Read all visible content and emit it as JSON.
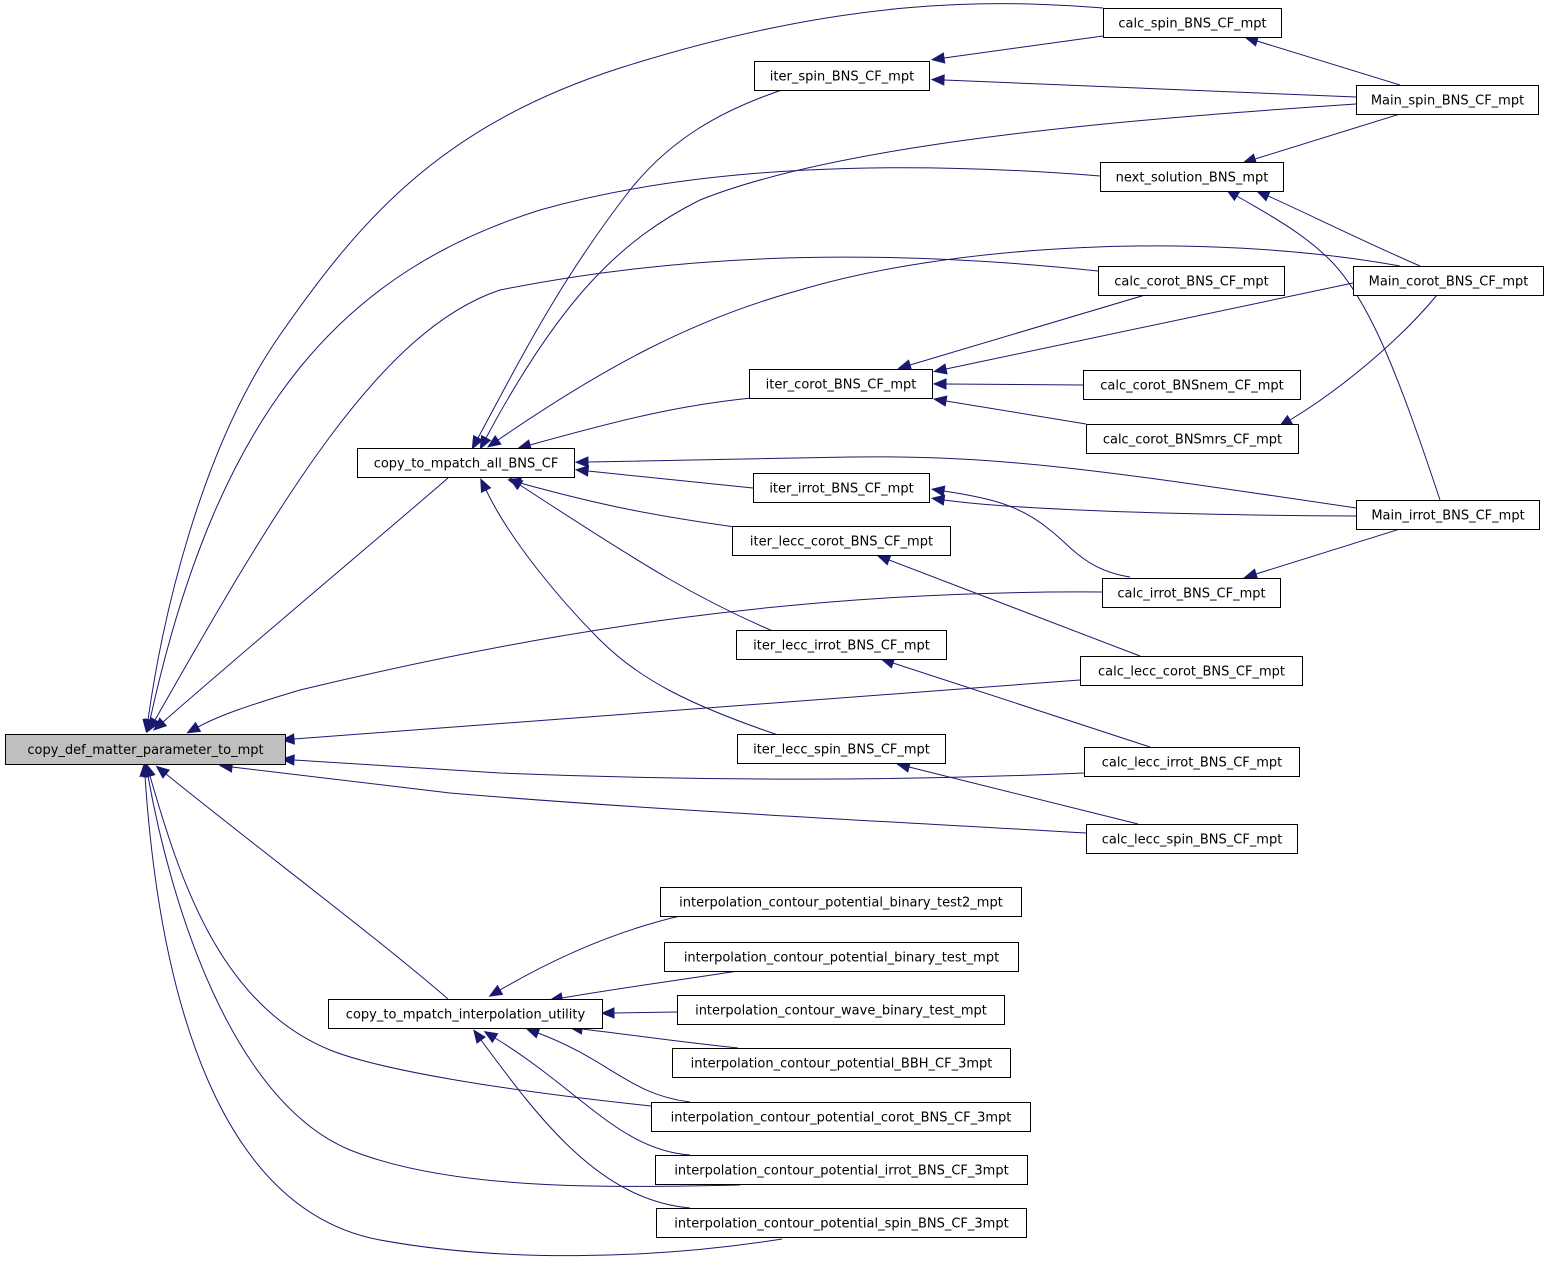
{
  "graph": {
    "root": "copy_def_matter_parameter_to_mpt",
    "nodes": {
      "root": "copy_def_matter_parameter_to_mpt",
      "all": "copy_to_mpatch_all_BNS_CF",
      "interp": "copy_to_mpatch_interpolation_utility",
      "calcSpin": "calc_spin_BNS_CF_mpt",
      "iterSpin": "iter_spin_BNS_CF_mpt",
      "mainSpin": "Main_spin_BNS_CF_mpt",
      "next": "next_solution_BNS_mpt",
      "calcCorot": "calc_corot_BNS_CF_mpt",
      "mainCorot": "Main_corot_BNS_CF_mpt",
      "iterCorot": "iter_corot_BNS_CF_mpt",
      "calcNem": "calc_corot_BNSnem_CF_mpt",
      "calcMrs": "calc_corot_BNSmrs_CF_mpt",
      "iterIrrot": "iter_irrot_BNS_CF_mpt",
      "mainIrrot": "Main_irrot_BNS_CF_mpt",
      "iterLeccCorot": "iter_lecc_corot_BNS_CF_mpt",
      "calcIrrot": "calc_irrot_BNS_CF_mpt",
      "iterLeccIrrot": "iter_lecc_irrot_BNS_CF_mpt",
      "calcLeccCorot": "calc_lecc_corot_BNS_CF_mpt",
      "iterLeccSpin": "iter_lecc_spin_BNS_CF_mpt",
      "calcLeccIrrot": "calc_lecc_irrot_BNS_CF_mpt",
      "calcLeccSpin": "calc_lecc_spin_BNS_CF_mpt",
      "icpTest2": "interpolation_contour_potential_binary_test2_mpt",
      "icpTest": "interpolation_contour_potential_binary_test_mpt",
      "icwTest": "interpolation_contour_wave_binary_test_mpt",
      "icpBBH": "interpolation_contour_potential_BBH_CF_3mpt",
      "icpCorot": "interpolation_contour_potential_corot_BNS_CF_3mpt",
      "icpIrrot": "interpolation_contour_potential_irrot_BNS_CF_3mpt",
      "icpSpin": "interpolation_contour_potential_spin_BNS_CF_3mpt"
    },
    "edges": [
      [
        "calcSpin",
        "root"
      ],
      [
        "iterSpin",
        "all"
      ],
      [
        "mainSpin",
        "all"
      ],
      [
        "next",
        "root"
      ],
      [
        "calcCorot",
        "root"
      ],
      [
        "mainCorot",
        "all"
      ],
      [
        "iterCorot",
        "all"
      ],
      [
        "all",
        "root"
      ],
      [
        "iterIrrot",
        "all"
      ],
      [
        "mainIrrot",
        "all"
      ],
      [
        "iterLeccCorot",
        "all"
      ],
      [
        "calcIrrot",
        "root"
      ],
      [
        "iterLeccIrrot",
        "all"
      ],
      [
        "iterLeccSpin",
        "all"
      ],
      [
        "calcLeccCorot",
        "root"
      ],
      [
        "calcLeccIrrot",
        "root"
      ],
      [
        "calcLeccSpin",
        "root"
      ],
      [
        "interp",
        "root"
      ],
      [
        "icpTest2",
        "interp"
      ],
      [
        "icpTest",
        "interp"
      ],
      [
        "icwTest",
        "interp"
      ],
      [
        "icpBBH",
        "interp"
      ],
      [
        "icpCorot",
        "interp"
      ],
      [
        "icpIrrot",
        "interp"
      ],
      [
        "icpSpin",
        "interp"
      ],
      [
        "icpCorot",
        "root"
      ],
      [
        "icpIrrot",
        "root"
      ],
      [
        "icpSpin",
        "root"
      ],
      [
        "calcSpin",
        "iterSpin"
      ],
      [
        "mainSpin",
        "iterSpin"
      ],
      [
        "mainSpin",
        "calcSpin"
      ],
      [
        "mainSpin",
        "next"
      ],
      [
        "mainCorot",
        "next"
      ],
      [
        "mainIrrot",
        "next"
      ],
      [
        "calcCorot",
        "iterCorot"
      ],
      [
        "mainCorot",
        "iterCorot"
      ],
      [
        "calcNem",
        "iterCorot"
      ],
      [
        "calcMrs",
        "iterCorot"
      ],
      [
        "mainCorot",
        "calcMrs"
      ],
      [
        "mainIrrot",
        "iterIrrot"
      ],
      [
        "calcIrrot",
        "iterIrrot"
      ],
      [
        "mainIrrot",
        "calcIrrot"
      ],
      [
        "calcLeccCorot",
        "iterLeccCorot"
      ],
      [
        "calcLeccIrrot",
        "iterLeccIrrot"
      ],
      [
        "calcLeccSpin",
        "iterLeccSpin"
      ]
    ]
  }
}
